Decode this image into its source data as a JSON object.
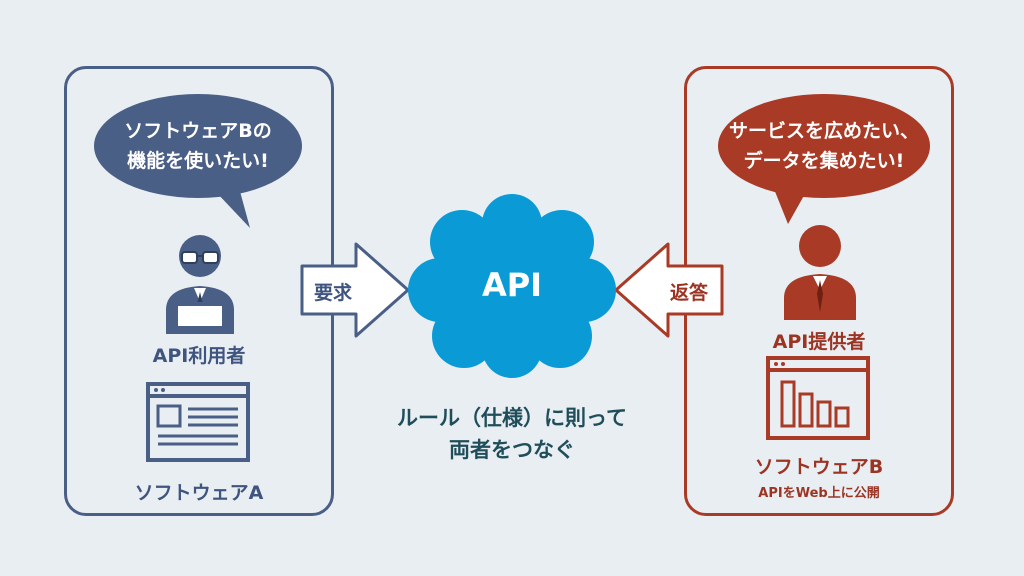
{
  "left": {
    "bubble_line1": "ソフトウェアBの",
    "bubble_line2": "機能を使いたい!",
    "user_label": "API利用者",
    "software_label": "ソフトウェアA"
  },
  "right": {
    "bubble_line1": "サービスを広めたい、",
    "bubble_line2": "データを集めたい!",
    "provider_label": "API提供者",
    "software_label": "ソフトウェアB",
    "software_sub": "APIをWeb上に公開"
  },
  "center": {
    "cloud_label": "API",
    "caption_line1": "ルール（仕様）に則って",
    "caption_line2": "両者をつなぐ"
  },
  "arrows": {
    "request_label": "要求",
    "response_label": "返答"
  },
  "colors": {
    "blue": "#4a5f86",
    "red": "#a83a26",
    "cloud": "#0a9ad6",
    "background": "#e9eef2"
  },
  "icons": [
    "user-with-glasses-laptop-icon",
    "browser-window-icon",
    "user-icon",
    "bar-chart-window-icon",
    "cloud-icon",
    "arrow-right-icon",
    "arrow-left-icon"
  ]
}
